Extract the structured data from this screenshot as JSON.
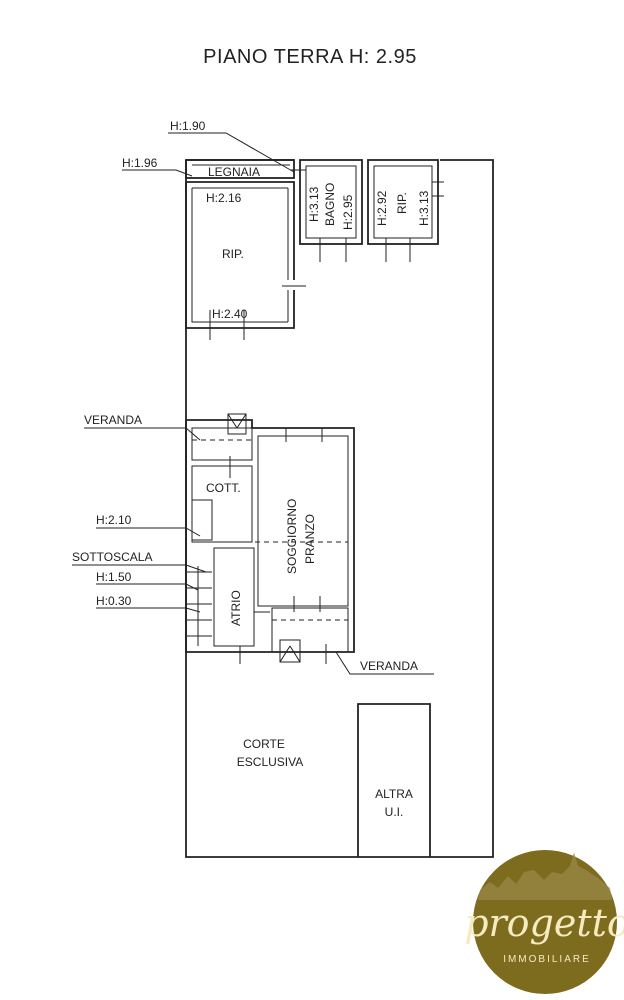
{
  "title": "PIANO TERRA H: 2.95",
  "labels": {
    "h190": "H:1.90",
    "h196": "H:1.96",
    "legnaia": "LEGNAIA",
    "h216": "H:2.16",
    "rip1": "RIP.",
    "h240": "H:2.40",
    "h313a": "H:3.13",
    "bagno": "BAGNO",
    "h295": "H:2.95",
    "h292": "H:2.92",
    "rip2": "RIP.",
    "h313b": "H:3.13",
    "veranda1": "VERANDA",
    "cott": "COTT.",
    "soggiorno": "SOGGIORNO",
    "pranzo": "PRANZO",
    "h210": "H:2.10",
    "sottoscala": "SOTTOSCALA",
    "h150": "H:1.50",
    "h030": "H:0.30",
    "atrio": "ATRIO",
    "veranda2": "VERANDA",
    "corte1": "CORTE",
    "corte2": "ESCLUSIVA",
    "altra1": "ALTRA",
    "altra2": "U.I."
  },
  "logo": {
    "brand": "progetto",
    "sub": "IMMOBILIARE",
    "bg_color": "#7d6b1e"
  }
}
